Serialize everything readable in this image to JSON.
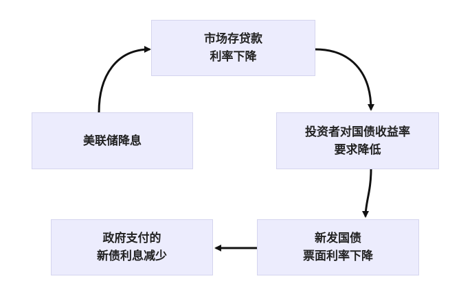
{
  "nodes": {
    "rate_cut": {
      "line1": "市场存贷款",
      "line2": "利率下降"
    },
    "fed_cut": {
      "line1": "美联储降息"
    },
    "investor_yield": {
      "line1": "投资者对国债收益率",
      "line2": "要求降低"
    },
    "new_bond": {
      "line1": "新发国债",
      "line2": "票面利率下降"
    },
    "gov_interest": {
      "line1": "政府支付的",
      "line2": "新债利息减少"
    }
  },
  "colors": {
    "node_fill": "#ececfd",
    "node_border": "#d4d4ee",
    "edge": "#111111"
  }
}
